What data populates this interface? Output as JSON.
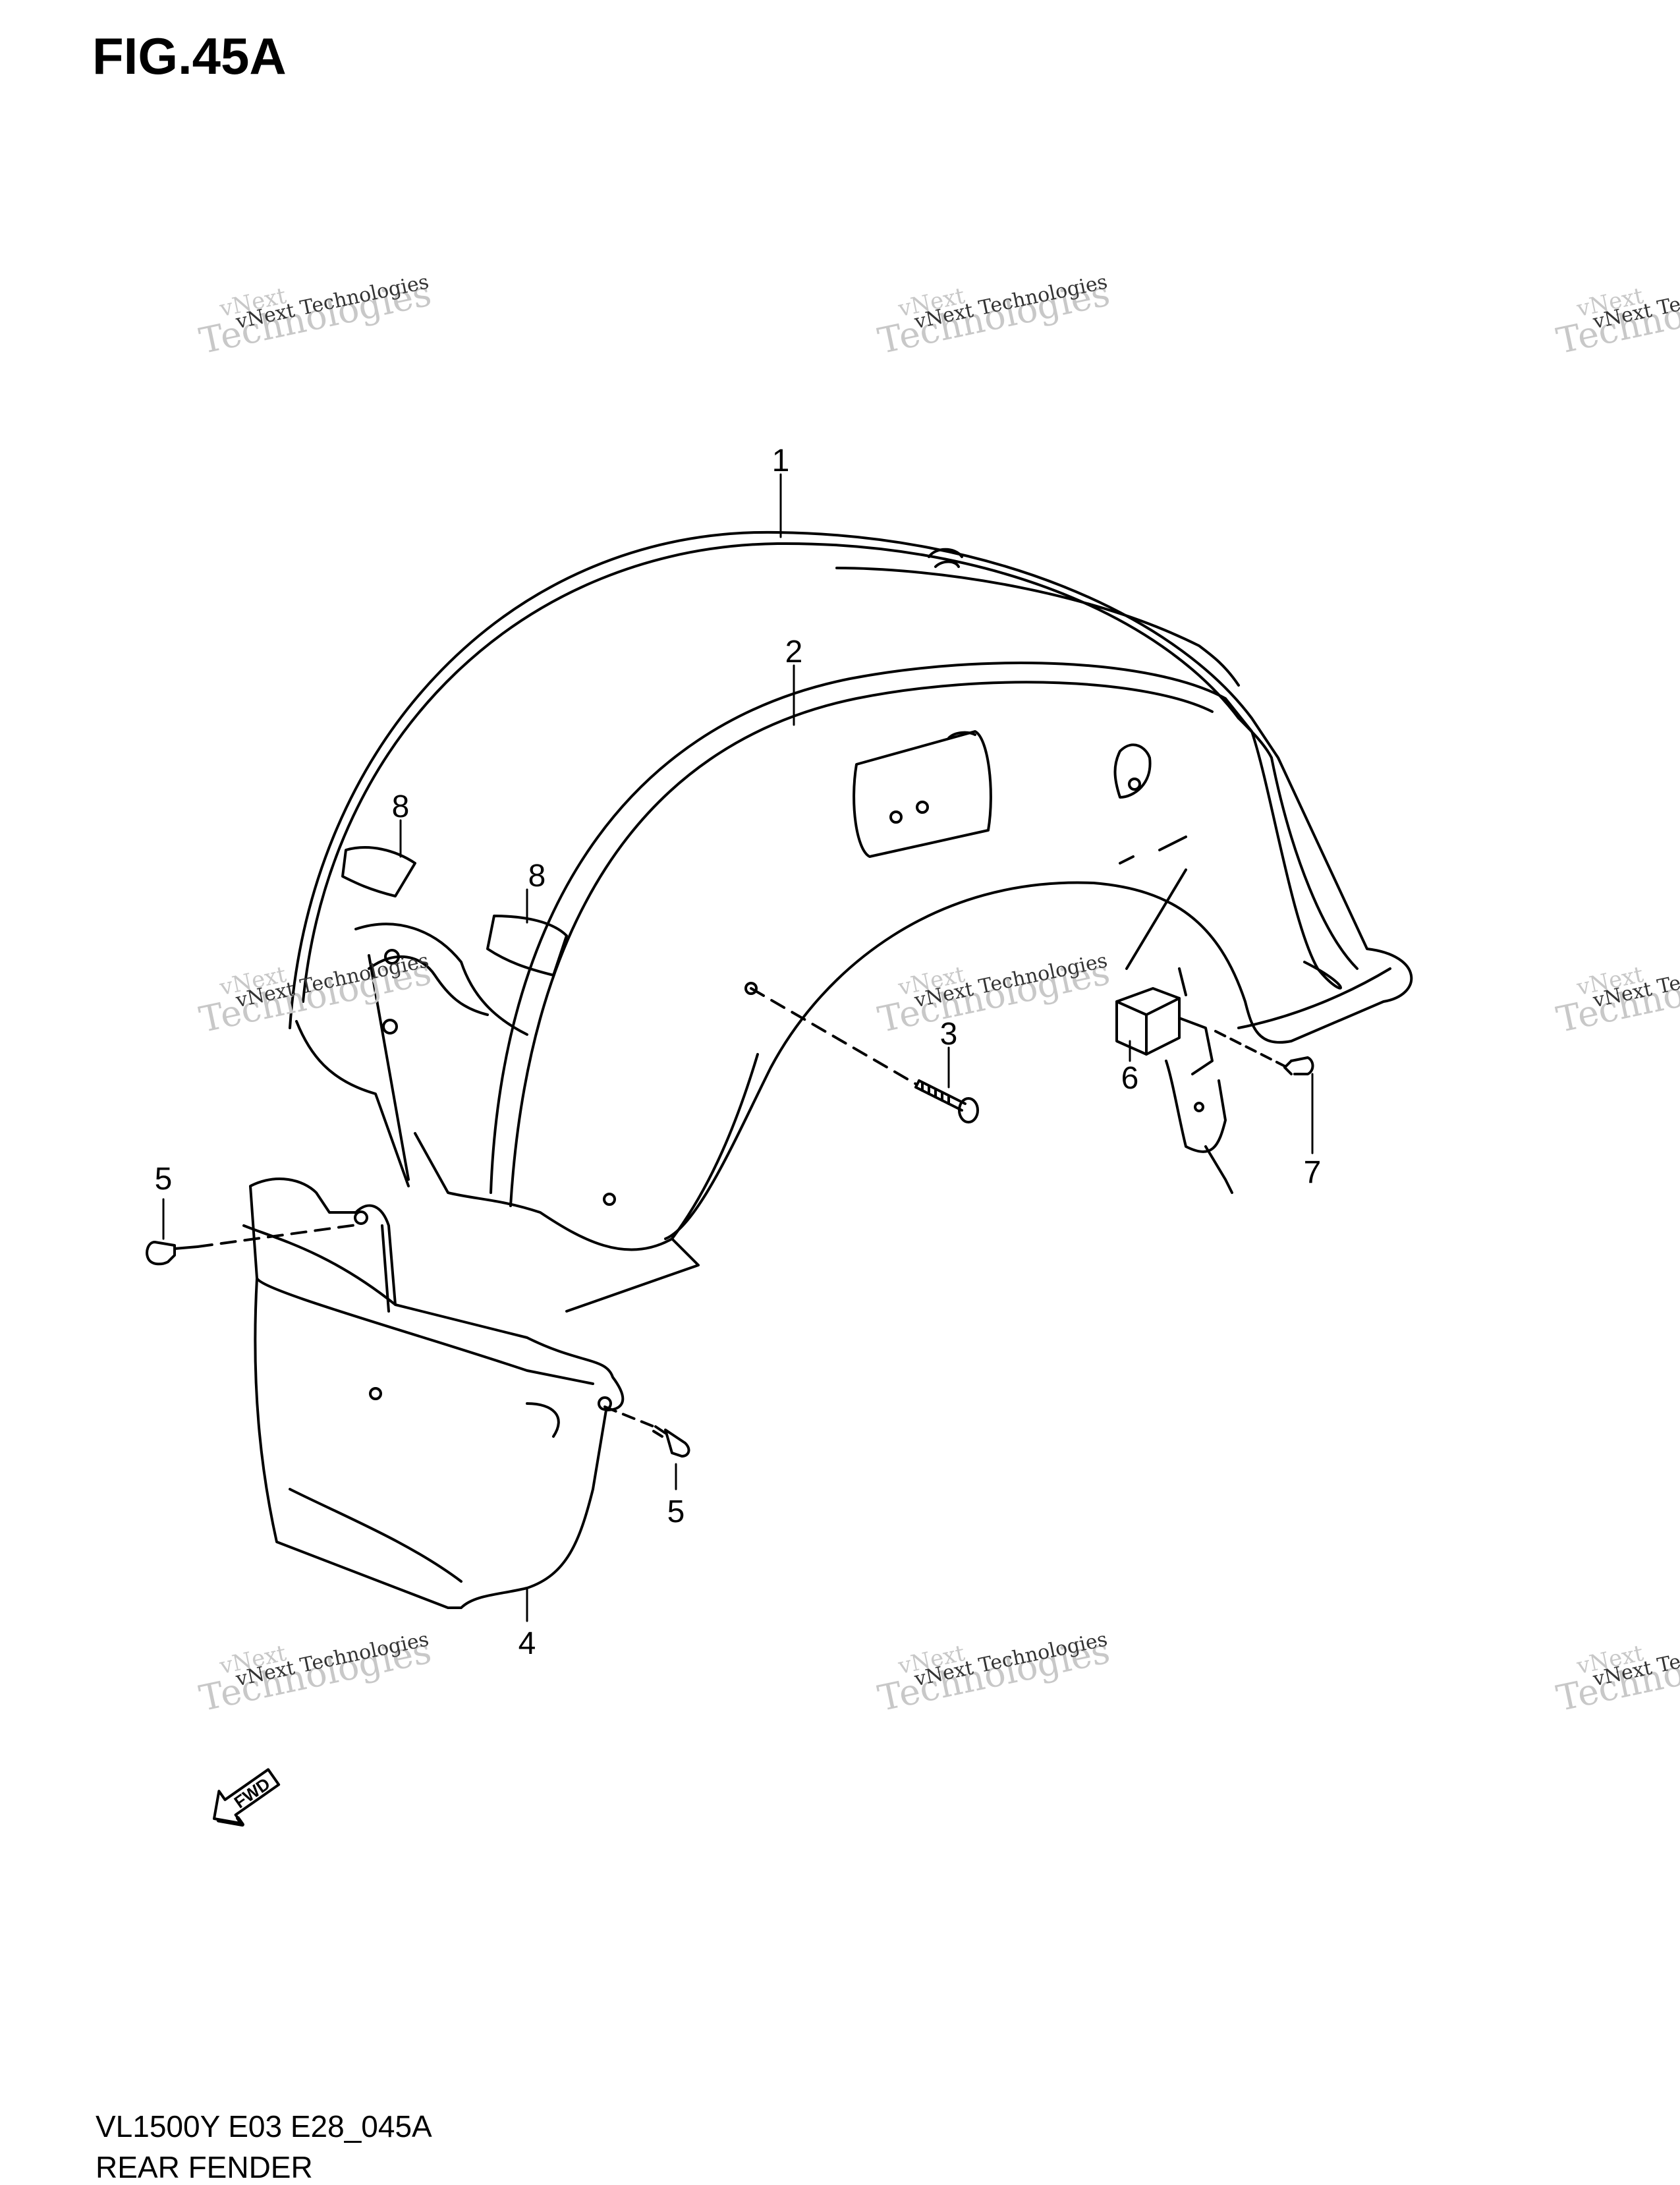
{
  "figure": {
    "title": "FIG.45A",
    "model_code": "VL1500Y E03 E28_045A",
    "part_name": "REAR FENDER"
  },
  "callouts": [
    "1",
    "2",
    "3",
    "4",
    "5",
    "5",
    "6",
    "7",
    "8",
    "8"
  ],
  "fwd_label": "FWD",
  "watermark": {
    "line1": "vNext",
    "line2": "Technologies",
    "line3": "vNext Technologies"
  }
}
